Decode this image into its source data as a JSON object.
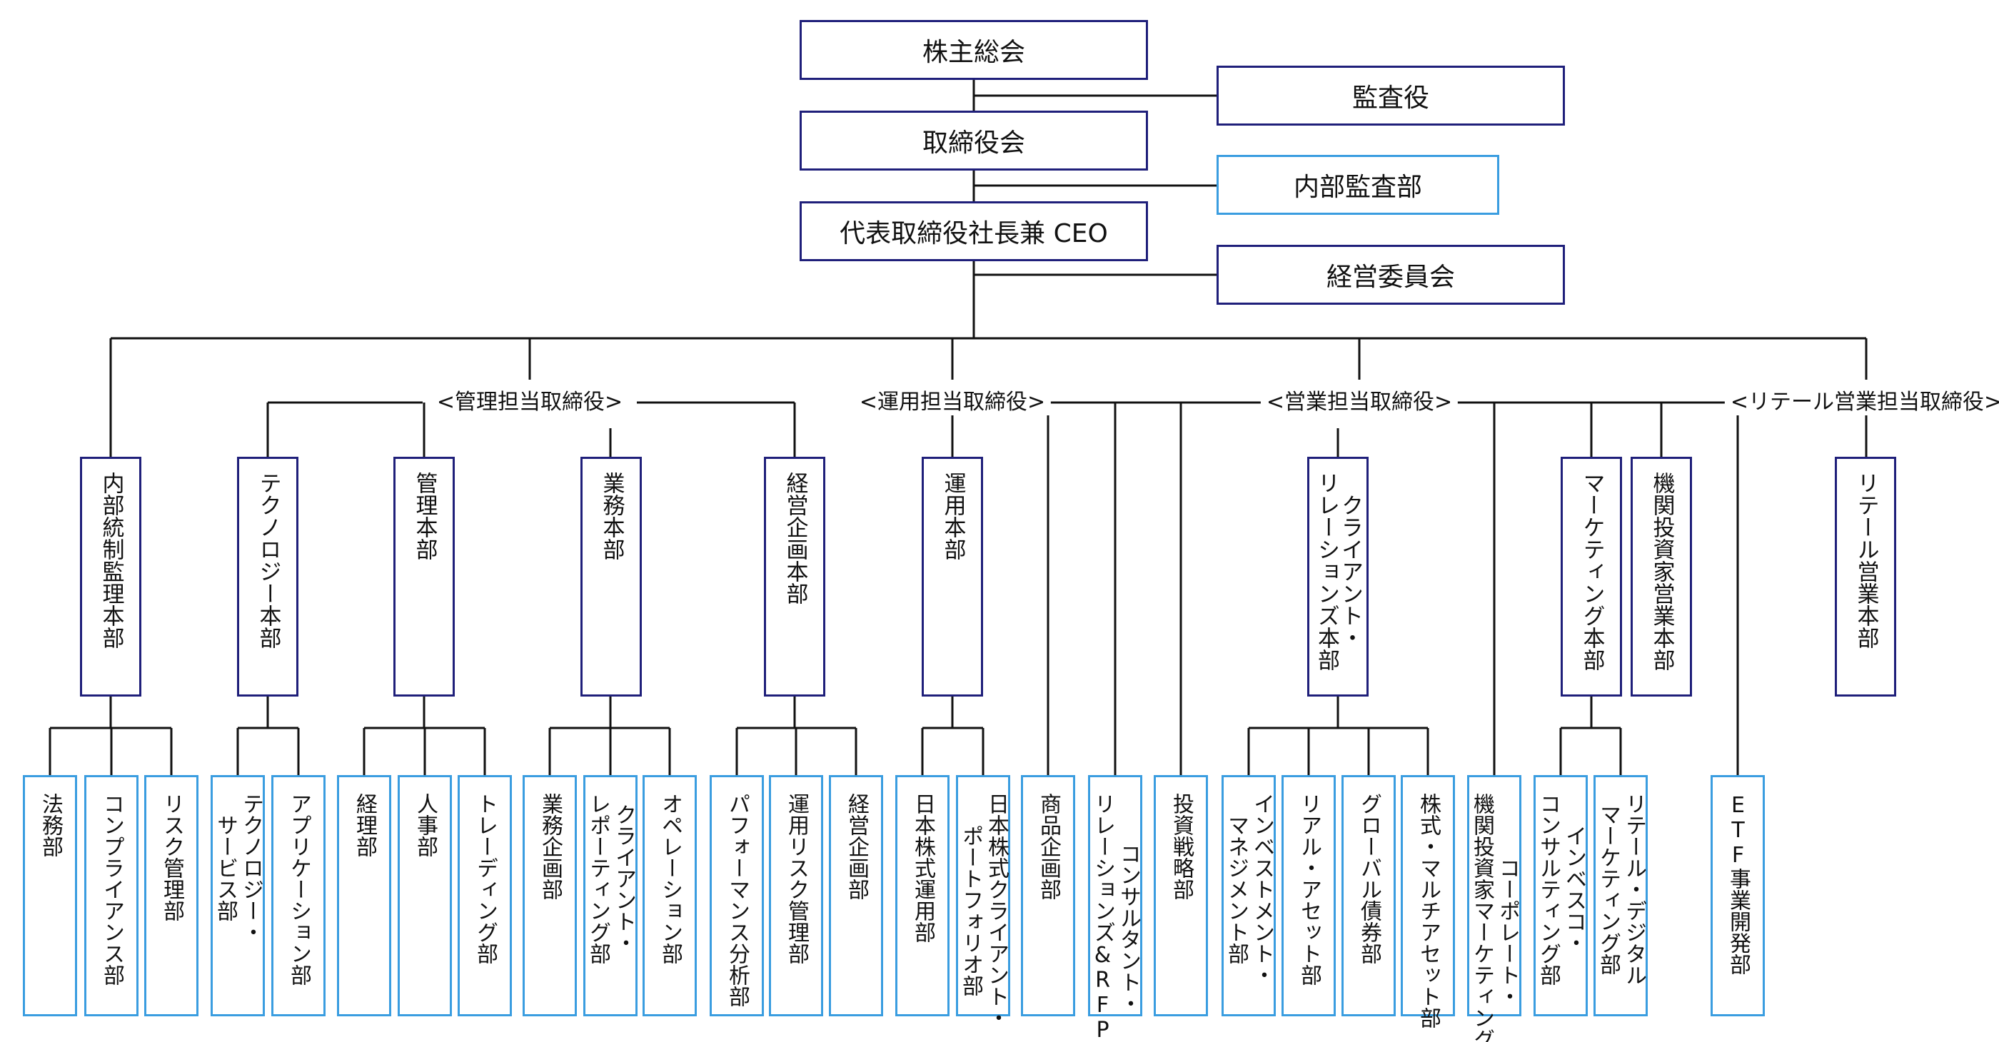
{
  "top": {
    "shareholders": "株主総会",
    "auditor": "監査役",
    "board": "取締役会",
    "internal_audit": "内部監査部",
    "ceo": "代表取締役社長兼 CEO",
    "exec_committee": "経営委員会"
  },
  "groups": {
    "admin": "<管理担当取締役>",
    "ops": "<運用担当取締役>",
    "sales": "<営業担当取締役>",
    "retail": "<リテール営業担当取締役>"
  },
  "divisions": [
    "内部統制監理本部",
    "テクノロジー本部",
    "管理本部",
    "業務本部",
    "経営企画本部",
    "運用本部",
    "クライアント・\nリレーションズ本部",
    "マーケティング本部",
    "機関投資家営業本部",
    "リテール営業本部"
  ],
  "departments": [
    "法務部",
    "コンプライアンス部",
    "リスク管理部",
    "テクノロジー・\nサービス部",
    "アプリケーション部",
    "経理部",
    "人事部",
    "トレーディング部",
    "業務企画部",
    "クライアント・\nレポーティング部",
    "オペレーション部",
    "パフォーマンス分析部",
    "運用リスク管理部",
    "経営企画部",
    "日本株式運用部",
    "日本株式クライアント・\nポートフォリオ部",
    "商品企画部",
    "コンサルタント・\nリレーションズ&RFP部",
    "投資戦略部",
    "インベストメント・\nマネジメント部",
    "リアル・アセット部",
    "グローバル債券部",
    "株式・マルチアセット部",
    "コーポレート・\n機関投資家マーケティング部",
    "インベスコ・\nコンサルティング部",
    "リテール・デジタル\nマーケティング部",
    "ETF事業開発部"
  ],
  "colors": {
    "navy": "#1f1f7a",
    "sky": "#3a9de0",
    "line": "#111111"
  }
}
